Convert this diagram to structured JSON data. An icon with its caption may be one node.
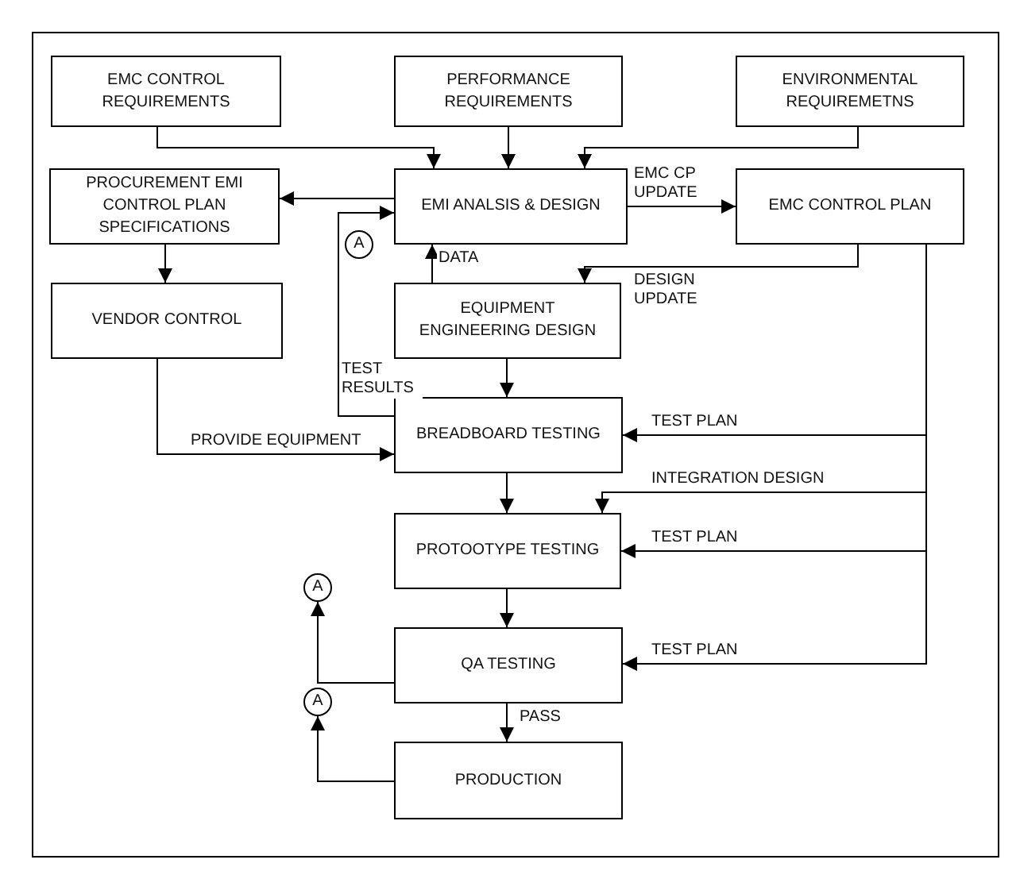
{
  "diagram": {
    "nodes": [
      {
        "text": [
          "EMC CONTROL REQUIREMENTS"
        ]
      },
      {
        "text": [
          "PERFORMANCE REQUIREMENTS"
        ]
      },
      {
        "text": [
          "ENVIRONMENTAL REQUIREMETNS"
        ]
      },
      {
        "text": [
          "PROCUREMENT EMI CONTROL PLAN SPECIFICATIONS"
        ]
      },
      {
        "text": [
          "EMI ANALSIS & DESIGN"
        ]
      },
      {
        "text": [
          "EMC CONTROL PLAN"
        ]
      },
      {
        "text": [
          "VENDOR CONTROL"
        ]
      },
      {
        "text": [
          "EQUIPMENT ENGINEERING DESIGN"
        ]
      },
      {
        "text": [
          "BREADBOARD TESTING"
        ]
      },
      {
        "text": [
          "PROTOOTYPE TESTING"
        ]
      },
      {
        "text": [
          "QA TESTING"
        ]
      },
      {
        "text": [
          "PRODUCTION"
        ]
      },
      {
        "text": [
          "A"
        ]
      },
      {
        "text": [
          "A"
        ]
      },
      {
        "text": [
          "A"
        ]
      }
    ],
    "edges": [
      {
        "from": 0,
        "to": 4,
        "arrow": "to"
      },
      {
        "from": 1,
        "to": 4,
        "arrow": "to"
      },
      {
        "from": 2,
        "to": 4,
        "arrow": "to"
      },
      {
        "from": 4,
        "to": 3,
        "arrow": "to"
      },
      {
        "from": 4,
        "to": 5,
        "arrow": "to",
        "label": "EMC CP UPDATE"
      },
      {
        "from": 5,
        "to": 7,
        "arrow": "to",
        "label": "DESIGN UPDATE"
      },
      {
        "from": 3,
        "to": 6,
        "arrow": "to"
      },
      {
        "from": 7,
        "to": 4,
        "arrow": "to",
        "label": "DATA"
      },
      {
        "from": 8,
        "to": 4,
        "arrow": "to",
        "label": "TEST RESULTS"
      },
      {
        "from": 6,
        "to": 8,
        "arrow": "to",
        "label": "PROVIDE EQUIPMENT"
      },
      {
        "from": 7,
        "to": 8,
        "arrow": "to"
      },
      {
        "from": 5,
        "to": 8,
        "arrow": "to",
        "label": "TEST PLAN"
      },
      {
        "from": 5,
        "to": 9,
        "arrow": "to",
        "label": "INTEGRATION DESIGN"
      },
      {
        "from": 5,
        "to": 9,
        "arrow": "to",
        "label": "TEST PLAN"
      },
      {
        "from": 5,
        "to": 10,
        "arrow": "to",
        "label": "TEST PLAN"
      },
      {
        "from": 8,
        "to": 9,
        "arrow": "to"
      },
      {
        "from": 9,
        "to": 10,
        "arrow": "to"
      },
      {
        "from": 10,
        "to": 11,
        "arrow": "to",
        "label": "PASS"
      },
      {
        "from": 10,
        "to": 13,
        "arrow": "to"
      },
      {
        "from": 11,
        "to": 14,
        "arrow": "to"
      }
    ]
  }
}
